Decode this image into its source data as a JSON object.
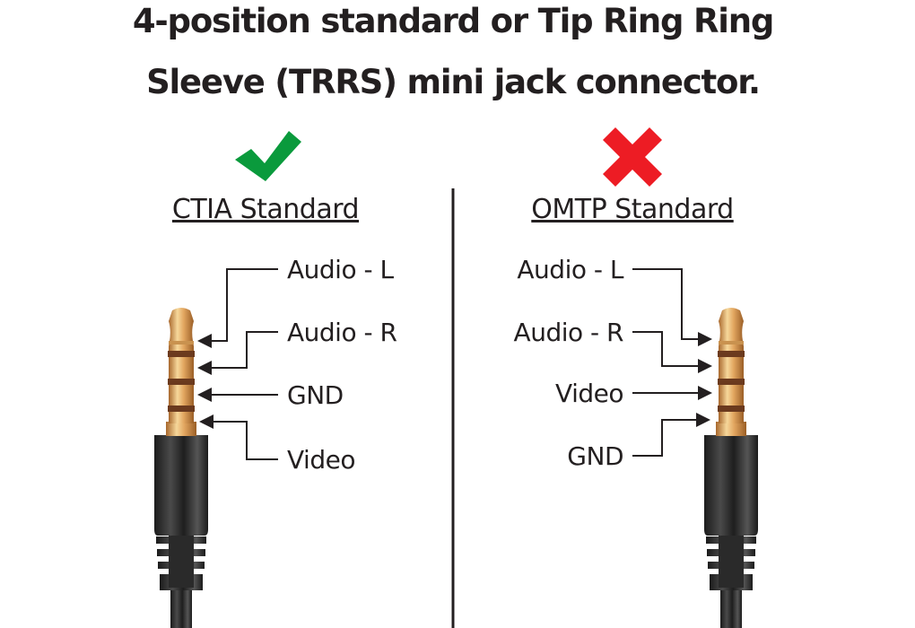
{
  "title": {
    "line1": "4-position standard or Tip Ring Ring",
    "line2": "Sleeve (TRRS) mini jack connector."
  },
  "left": {
    "heading": "CTIA Standard",
    "status_icon": "check-icon",
    "status_color": "#0a9a3c",
    "labels": [
      "Audio - L",
      "Audio - R",
      "GND",
      "Video"
    ]
  },
  "right": {
    "heading": "OMTP Standard",
    "status_icon": "cross-icon",
    "status_color": "#ed1c24",
    "labels": [
      "Audio - L",
      "Audio - R",
      "Video",
      "GND"
    ]
  },
  "colors": {
    "gold": "#d9a35a",
    "band": "#6b3a1e",
    "plug_body": "#2b2b2b",
    "text": "#231f20"
  }
}
